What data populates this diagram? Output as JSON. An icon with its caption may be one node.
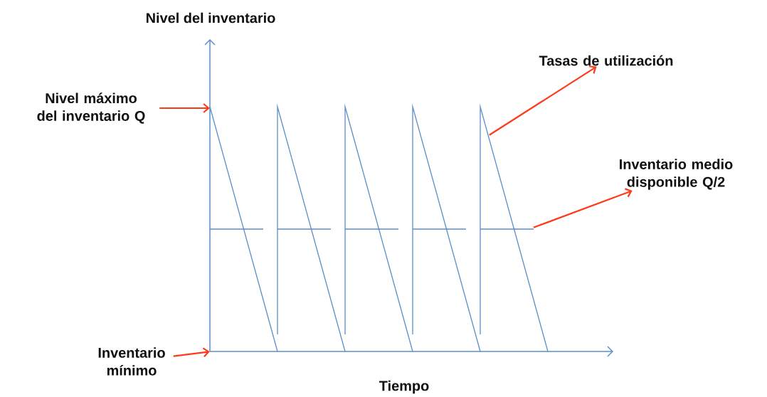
{
  "diagram": {
    "nodes": [
      {
        "text": [
          "Nivel máximo del inventario  Q"
        ]
      },
      {
        "text": [
          "Inventario mínimo"
        ]
      },
      {
        "text": [
          "Tasas de utilización"
        ]
      },
      {
        "text": [
          "Inventario medio disponible Q/2"
        ]
      },
      {
        "text": [],
        "shape": "picture"
      }
    ],
    "edges": [
      {
        "from": 0,
        "to": 4,
        "arrow": "to"
      },
      {
        "from": 1,
        "to": 4,
        "arrow": "to"
      },
      {
        "from": 4,
        "to": 2,
        "arrow": "to"
      },
      {
        "from": 4,
        "to": 3,
        "arrow": "to"
      }
    ],
    "labels": [
      "Nivel del inventario",
      "Tiempo"
    ]
  }
}
